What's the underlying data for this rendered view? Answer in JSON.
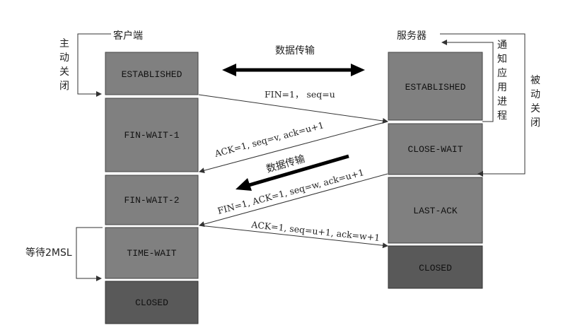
{
  "client": {
    "title": "客户端",
    "active_close_chars": [
      "主",
      "动",
      "关",
      "闭"
    ],
    "wait_label": "等待2MSL",
    "states": [
      "ESTABLISHED",
      "FIN-WAIT-1",
      "FIN-WAIT-2",
      "TIME-WAIT",
      "CLOSED"
    ]
  },
  "server": {
    "title": "服务器",
    "notify_app_chars": [
      "通",
      "知",
      "应",
      "用",
      "进",
      "程"
    ],
    "passive_close_chars": [
      "被",
      "动",
      "关",
      "闭"
    ],
    "states": [
      "ESTABLISHED",
      "CLOSE-WAIT",
      "LAST-ACK",
      "CLOSED"
    ]
  },
  "data_transfer_top": "数据传输",
  "data_transfer_mid": "数据传输",
  "messages": {
    "fin1": "FIN=1，  seq=u",
    "ack1": "ACK=1, seq=v, ack=u+1",
    "fin2": "FIN=1,  ACK=1,  seq=w, ack=u+1",
    "ack2": "ACK=1, seq=u+1, ack=w+1"
  },
  "colors": {
    "box": "#808080",
    "box_closed": "#595959",
    "line": "#333333"
  }
}
